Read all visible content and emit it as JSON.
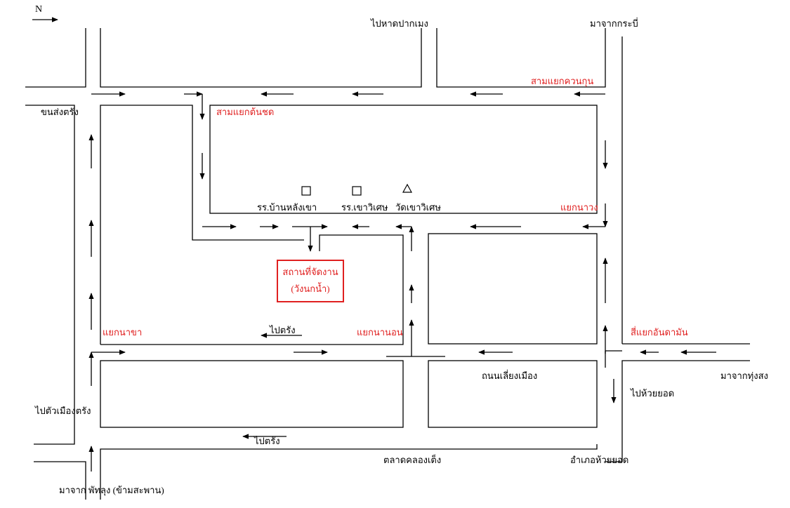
{
  "compass": {
    "label": "N"
  },
  "labels": {
    "to_pak_meng_beach": "ไปหาดปากเมง",
    "from_krabi": "มาจากกระบี่",
    "khuan_kun_junction": "สามแยกควนกุน",
    "ton_chot_junction": "สามแยกต้นชด",
    "khon_song_trang": "ขนส่งตรัง",
    "school_baan_lang_khao": "รร.บ้านหลังเขา",
    "school_khao_wiset": "รร.เขาวิเศษ",
    "wat_khao_wiset": "วัดเขาวิเศษ",
    "na_wang_intersection": "แยกนาวง",
    "na_khao_intersection": "แยกนาขา",
    "to_trang_middle": "ไปตรัง",
    "na_non_intersection": "แยกนานอน",
    "an_daman_intersection": "สี่แยกอันดามัน",
    "lieng_mueang_road": "ถนนเลี่ยงเมือง",
    "from_thung_song": "มาจากทุ่งสง",
    "to_huai_yot": "ไปห้วยยอด",
    "to_trang_city": "ไปตัวเมืองตรัง",
    "to_trang_bottom": "ไปตรัง",
    "khlong_teng_market": "ตลาดคลองเต็ง",
    "huai_yot_district": "อำเภอห้วยยอด",
    "from_phatthalung": "มาจาก พัทลุง (ข้ามสะพาน)"
  },
  "venue": {
    "line1": "สถานที่จัดงาน",
    "line2": "(วังนกน้ำ)"
  },
  "markers": [
    {
      "name": "school-baan-lang-khao",
      "shape": "square"
    },
    {
      "name": "school-khao-wiset",
      "shape": "square"
    },
    {
      "name": "wat-khao-wiset",
      "shape": "triangle"
    }
  ],
  "colors": {
    "road_line": "#000000",
    "highlight": "#e02020",
    "background": "#ffffff"
  }
}
